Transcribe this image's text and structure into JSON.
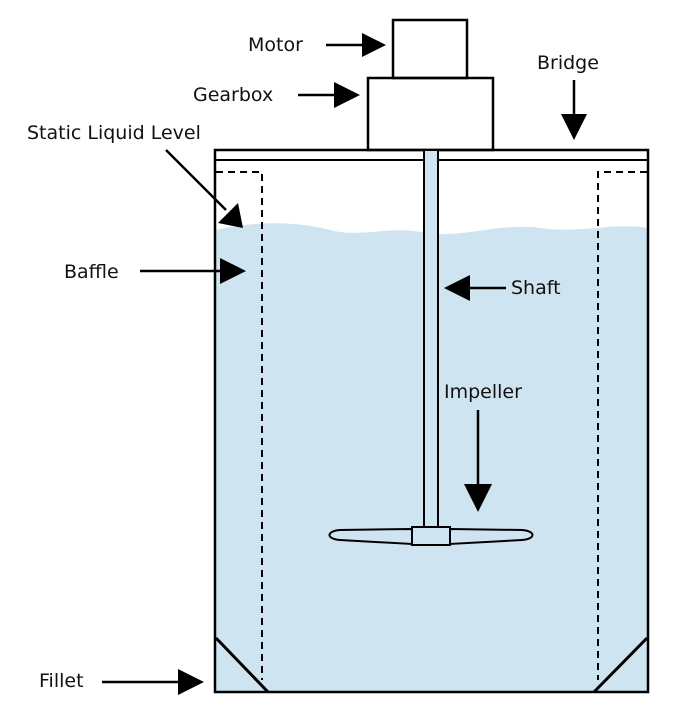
{
  "labels": {
    "motor": "Motor",
    "gearbox": "Gearbox",
    "bridge": "Bridge",
    "static_liquid_level": "Static Liquid Level",
    "baffle": "Baffle",
    "shaft": "Shaft",
    "impeller": "Impeller",
    "fillet": "Fillet"
  },
  "colors": {
    "liquid": "#cfe4f1",
    "line": "#000000",
    "text": "#111111"
  }
}
